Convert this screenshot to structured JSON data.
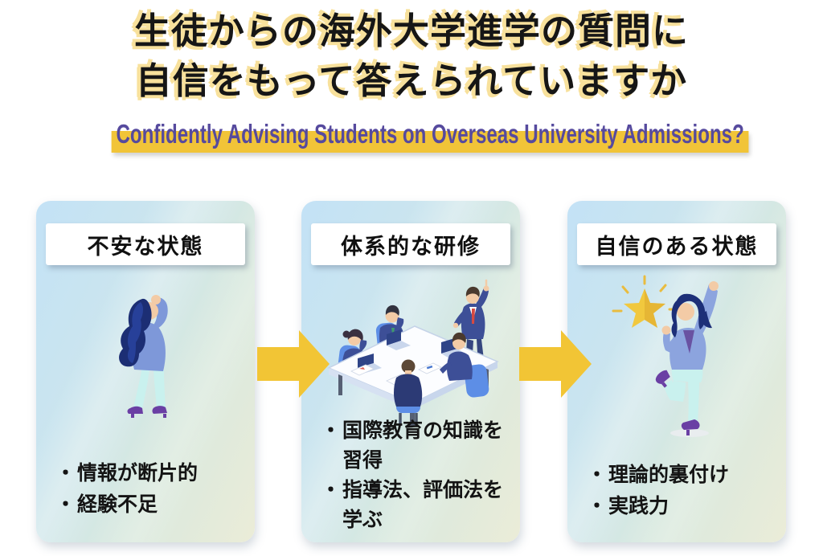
{
  "colors": {
    "accent_yellow": "#F1C438",
    "title_shadow_yellow": "#F8E19C",
    "subtitle_purple": "#564A9E",
    "text_black": "#161616",
    "card_gradient_start": "#C3E2F6",
    "card_gradient_end": "#EBECD8",
    "arrow_yellow": "#F2C535"
  },
  "title": {
    "line1": "生徒からの海外大学進学の質問に",
    "line2": "自信をもって答えられていますか"
  },
  "subtitle": {
    "text": "Confidently Advising Students on Overseas University Admissions?"
  },
  "cards": [
    {
      "header": "不安な状態",
      "illustration": "anxious-woman",
      "bullets": [
        {
          "bullet": "・",
          "text": "情報が断片的"
        },
        {
          "bullet": "・",
          "text": "経験不足"
        }
      ]
    },
    {
      "header": "体系的な研修",
      "illustration": "training-meeting",
      "bullets": [
        {
          "bullet": "・",
          "text": "国際教育の知識を"
        },
        {
          "bullet": "",
          "text": "習得"
        },
        {
          "bullet": "・",
          "text": "指導法、評価法を"
        },
        {
          "bullet": "",
          "text": "学ぶ"
        }
      ]
    },
    {
      "header": "自信のある状態",
      "illustration": "confident-woman-with-star",
      "bullets": [
        {
          "bullet": "・",
          "text": "理論的裏付け"
        },
        {
          "bullet": "・",
          "text": "実践力"
        }
      ]
    }
  ],
  "arrows": [
    {
      "icon": "right-block-arrow"
    },
    {
      "icon": "right-block-arrow"
    }
  ]
}
